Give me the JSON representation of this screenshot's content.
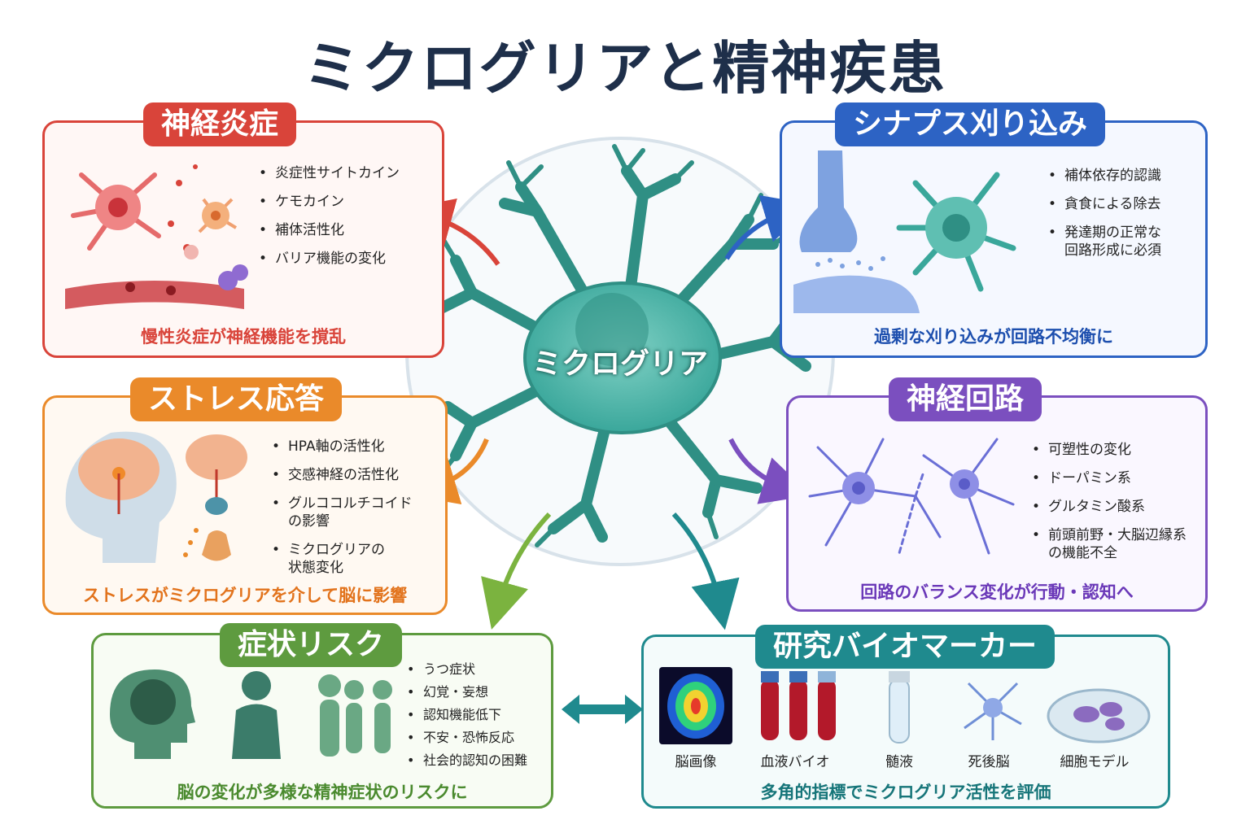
{
  "title": "ミクログリアと精神疾患",
  "center_label": "ミクログリア",
  "colors": {
    "inflammation": "#d9443a",
    "synapse": "#2d63c4",
    "stress": "#ea8a2a",
    "circuit": "#7b4fbf",
    "symptom": "#5e9b3f",
    "biomarker": "#1f8a8e",
    "microglia": "#3aa79b"
  },
  "panels": {
    "inflammation": {
      "tag": "神経炎症",
      "bullets": [
        "炎症性サイトカイン",
        "ケモカイン",
        "補体活性化",
        "バリア機能の変化"
      ],
      "caption": "慢性炎症が神経機能を撹乱"
    },
    "synapse": {
      "tag": "シナプス刈り込み",
      "bullets": [
        "補体依存的認識",
        "貪食による除去",
        "発達期の正常な\n回路形成に必須"
      ],
      "caption": "過剰な刈り込みが回路不均衡に"
    },
    "stress": {
      "tag": "ストレス応答",
      "bullets": [
        "HPA軸の活性化",
        "交感神経の活性化",
        "グルココルチコイド\nの影響",
        "ミクログリアの\n状態変化"
      ],
      "caption": "ストレスがミクログリアを介して脳に影響"
    },
    "circuit": {
      "tag": "神経回路",
      "bullets": [
        "可塑性の変化",
        "ドーパミン系",
        "グルタミン酸系",
        "前頭前野・大脳辺縁系\nの機能不全"
      ],
      "caption": "回路のバランス変化が行動・認知へ"
    },
    "symptom": {
      "tag": "症状リスク",
      "bullets": [
        "うつ症状",
        "幻覚・妄想",
        "認知機能低下",
        "不安・恐怖反応",
        "社会的認知の困難"
      ],
      "caption": "脳の変化が多様な精神症状のリスクに"
    },
    "biomarker": {
      "tag": "研究バイオマーカー",
      "items": [
        "脳画像",
        "血液バイオ",
        "髄液",
        "死後脳",
        "細胞モデル"
      ],
      "caption": "多角的指標でミクログリア活性を評価"
    }
  }
}
